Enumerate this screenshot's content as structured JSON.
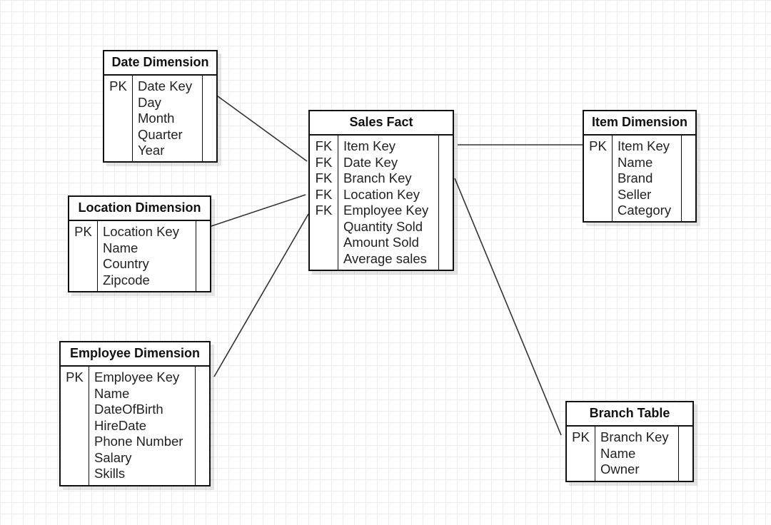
{
  "tables": {
    "date": {
      "title": "Date Dimension",
      "keys": [
        "PK",
        "",
        "",
        "",
        ""
      ],
      "fields": [
        "Date Key",
        "Day",
        "Month",
        "Quarter",
        "Year"
      ]
    },
    "location": {
      "title": "Location Dimension",
      "keys": [
        "PK",
        "",
        "",
        ""
      ],
      "fields": [
        "Location Key",
        "Name",
        "Country",
        "Zipcode"
      ]
    },
    "employee": {
      "title": "Employee Dimension",
      "keys": [
        "PK",
        "",
        "",
        "",
        "",
        "",
        ""
      ],
      "fields": [
        "Employee Key",
        "Name",
        "DateOfBirth",
        "HireDate",
        "Phone Number",
        "Salary",
        "Skills"
      ]
    },
    "sales": {
      "title": "Sales Fact",
      "keys": [
        "FK",
        "FK",
        "FK",
        "FK",
        "FK",
        "",
        "",
        ""
      ],
      "fields": [
        "Item Key",
        "Date Key",
        "Branch Key",
        "Location Key",
        "Employee Key",
        "Quantity Sold",
        "Amount Sold",
        "Average sales"
      ]
    },
    "item": {
      "title": "Item Dimension",
      "keys": [
        "PK",
        "",
        "",
        "",
        ""
      ],
      "fields": [
        "Item Key",
        "Name",
        "Brand",
        "Seller",
        "Category"
      ]
    },
    "branch": {
      "title": "Branch Table",
      "keys": [
        "PK",
        "",
        ""
      ],
      "fields": [
        "Branch Key",
        "Name",
        "Owner"
      ]
    }
  },
  "relationships": [
    {
      "from": "date",
      "to": "sales"
    },
    {
      "from": "location",
      "to": "sales"
    },
    {
      "from": "employee",
      "to": "sales"
    },
    {
      "from": "sales",
      "to": "item"
    },
    {
      "from": "sales",
      "to": "branch"
    }
  ],
  "colors": {
    "line": "#333333",
    "border": "#111111",
    "grid": "#ececec"
  }
}
